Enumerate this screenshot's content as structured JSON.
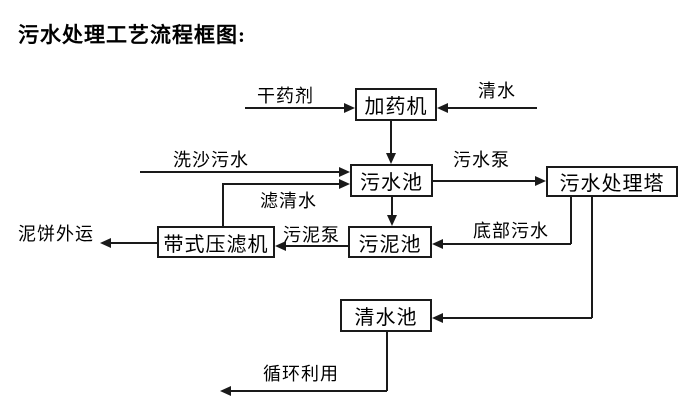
{
  "title": "污水处理工艺流程框图:",
  "nodes": [
    {
      "id": "dosing-machine",
      "label": "加药机"
    },
    {
      "id": "sewage-pool",
      "label": "污水池"
    },
    {
      "id": "sewage-treatment-tower",
      "label": "污水处理塔"
    },
    {
      "id": "sludge-pool",
      "label": "污泥池"
    },
    {
      "id": "belt-filter-press",
      "label": "带式压滤机"
    },
    {
      "id": "clear-water-pool",
      "label": "清水池"
    }
  ],
  "flow_labels": [
    {
      "id": "dry-agent",
      "label": "干药剂"
    },
    {
      "id": "clean-water",
      "label": "清水"
    },
    {
      "id": "sand-washing-sewage",
      "label": "洗沙污水"
    },
    {
      "id": "sewage-pump",
      "label": "污水泵"
    },
    {
      "id": "filtered-water",
      "label": "滤清水"
    },
    {
      "id": "sludge-pump",
      "label": "污泥泵"
    },
    {
      "id": "bottom-sewage",
      "label": "底部污水"
    },
    {
      "id": "mud-cake-out",
      "label": "泥饼外运"
    },
    {
      "id": "recycle-use",
      "label": "循环利用"
    }
  ],
  "colors": {
    "line": "#1a1a1a",
    "text": "#000000",
    "background": "#ffffff"
  }
}
